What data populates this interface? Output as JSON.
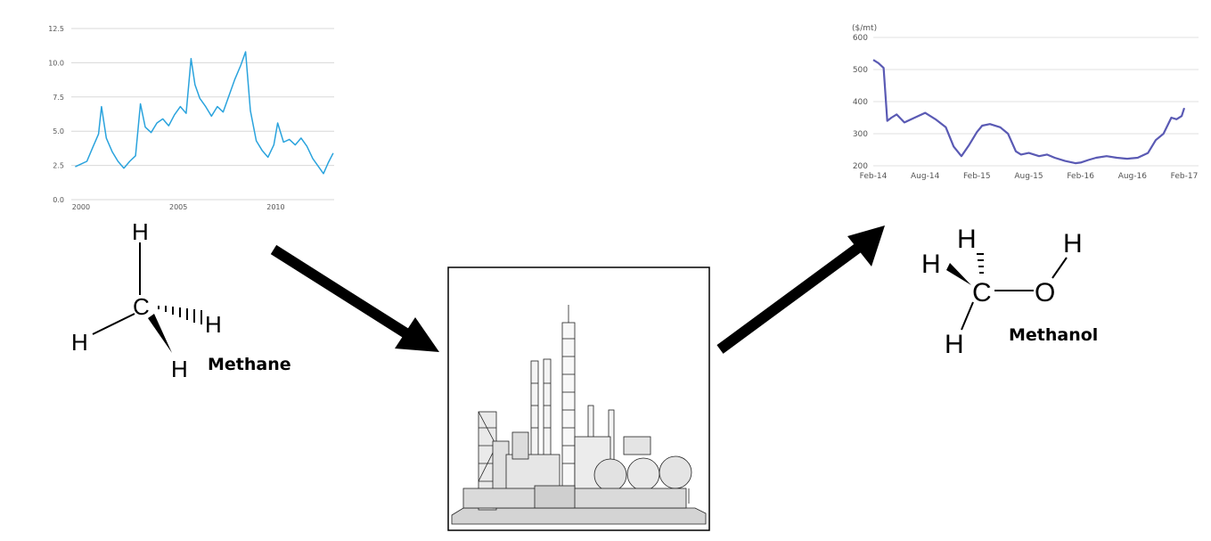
{
  "methane_price_chart": {
    "y_ticks": [
      "0.0",
      "2.5",
      "5.0",
      "7.5",
      "10.0",
      "12.5"
    ],
    "x_ticks": [
      "2000",
      "2005",
      "2010"
    ],
    "line_color": "#2aa3dd"
  },
  "methanol_price_chart": {
    "unit_label": "($/mt)",
    "y_ticks": [
      "200",
      "300",
      "400",
      "500",
      "600"
    ],
    "x_ticks": [
      "Feb-14",
      "Aug-14",
      "Feb-15",
      "Aug-15",
      "Feb-16",
      "Aug-16",
      "Feb-17"
    ],
    "line_color": "#5a5ab4"
  },
  "methane": {
    "label": "Methane",
    "atoms": {
      "carbon": "C",
      "h_top": "H",
      "h_left": "H",
      "h_right": "H",
      "h_bottom": "H"
    }
  },
  "methanol": {
    "label": "Methanol",
    "atoms": {
      "carbon": "C",
      "oxygen": "O",
      "h_top": "H",
      "h_left": "H",
      "h_bottom": "H",
      "h_oxygen": "H"
    }
  },
  "factory_icon": "industrial-plant-icon",
  "arrow_icon": "arrow-icon",
  "chart_data": [
    {
      "type": "line",
      "title": "",
      "xlabel": "",
      "ylabel": "",
      "xlim": [
        1999.5,
        2013
      ],
      "ylim": [
        0,
        12.5
      ],
      "y_ticks": [
        0,
        2.5,
        5,
        7.5,
        10,
        12.5
      ],
      "x_ticks": [
        2000,
        2005,
        2010
      ],
      "grid": true,
      "series": [
        {
          "x": [
            1999.7,
            2000.0,
            2000.3,
            2000.6,
            2000.9,
            2001.05,
            2001.3,
            2001.6,
            2001.9,
            2002.2,
            2002.5,
            2002.8,
            2003.05,
            2003.3,
            2003.6,
            2003.9,
            2004.2,
            2004.5,
            2004.8,
            2005.1,
            2005.4,
            2005.65,
            2005.85,
            2006.1,
            2006.4,
            2006.7,
            2007.0,
            2007.3,
            2007.6,
            2007.9,
            2008.2,
            2008.45,
            2008.7,
            2009.0,
            2009.3,
            2009.6,
            2009.9,
            2010.1,
            2010.4,
            2010.7,
            2011.0,
            2011.3,
            2011.6,
            2011.9,
            2012.2,
            2012.45,
            2012.7,
            2012.95
          ],
          "y": [
            2.4,
            2.6,
            2.8,
            3.8,
            4.8,
            6.8,
            4.5,
            3.5,
            2.8,
            2.3,
            2.8,
            3.2,
            7.0,
            5.3,
            4.9,
            5.6,
            5.9,
            5.4,
            6.2,
            6.8,
            6.3,
            10.3,
            8.4,
            7.4,
            6.8,
            6.1,
            6.8,
            6.4,
            7.6,
            8.8,
            9.8,
            10.8,
            6.5,
            4.3,
            3.6,
            3.1,
            4.0,
            5.6,
            4.2,
            4.4,
            4.0,
            4.5,
            3.9,
            3.0,
            2.4,
            1.9,
            2.7,
            3.4
          ]
        }
      ]
    },
    {
      "type": "line",
      "title": "",
      "xlabel": "",
      "ylabel": "($/mt)",
      "ylim": [
        200,
        600
      ],
      "y_ticks": [
        200,
        300,
        400,
        500,
        600
      ],
      "categories": [
        "Feb-14",
        "Aug-14",
        "Feb-15",
        "Aug-15",
        "Feb-16",
        "Aug-16",
        "Feb-17"
      ],
      "grid": true,
      "series": [
        {
          "x": [
            0,
            0.1,
            0.2,
            0.27,
            0.35,
            0.45,
            0.6,
            0.8,
            1.0,
            1.2,
            1.4,
            1.55,
            1.7,
            1.85,
            2.0,
            2.1,
            2.25,
            2.45,
            2.6,
            2.75,
            2.85,
            3.0,
            3.2,
            3.35,
            3.5,
            3.7,
            3.9,
            4.0,
            4.15,
            4.3,
            4.5,
            4.7,
            4.9,
            5.1,
            5.3,
            5.45,
            5.6,
            5.75,
            5.85,
            5.95,
            6.0
          ],
          "y": [
            530,
            520,
            505,
            340,
            350,
            360,
            335,
            350,
            365,
            345,
            320,
            260,
            230,
            265,
            305,
            325,
            330,
            320,
            300,
            245,
            235,
            240,
            230,
            235,
            225,
            215,
            208,
            210,
            218,
            225,
            230,
            225,
            222,
            225,
            240,
            280,
            300,
            350,
            345,
            355,
            380
          ]
        }
      ]
    }
  ]
}
